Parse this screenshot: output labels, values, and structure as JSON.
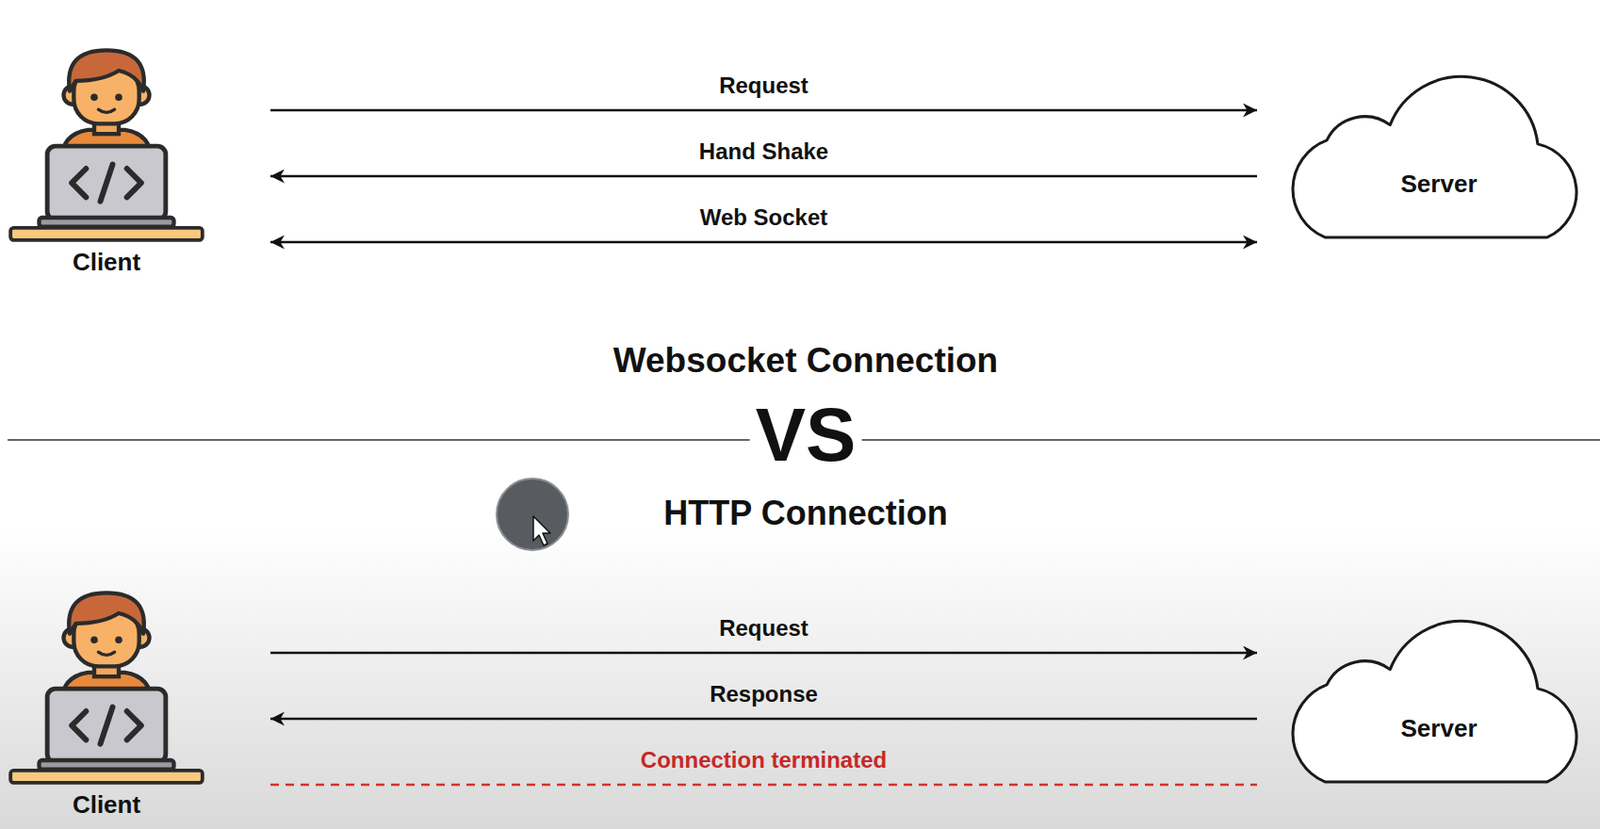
{
  "diagram": {
    "nodes": [
      {
        "text": [
          "Client"
        ]
      },
      {
        "text": [
          "Server"
        ]
      },
      {
        "text": [
          "Client"
        ]
      },
      {
        "text": [
          "Server"
        ]
      }
    ],
    "edges": [
      {
        "from": 0,
        "to": 1,
        "label": "Request",
        "arrow": "to"
      },
      {
        "from": 1,
        "to": 0,
        "label": "Hand Shake",
        "arrow": "to"
      },
      {
        "from": 0,
        "to": 1,
        "label": "Web Socket",
        "arrow": "both"
      },
      {
        "from": 2,
        "to": 3,
        "label": "Request",
        "arrow": "to"
      },
      {
        "from": 3,
        "to": 2,
        "label": "Response",
        "arrow": "to"
      },
      {
        "from": 2,
        "to": 3,
        "label": "Connection terminated",
        "arrow": "none"
      }
    ],
    "labels": [
      "Websocket Connection",
      "VS",
      "HTTP Connection"
    ]
  }
}
